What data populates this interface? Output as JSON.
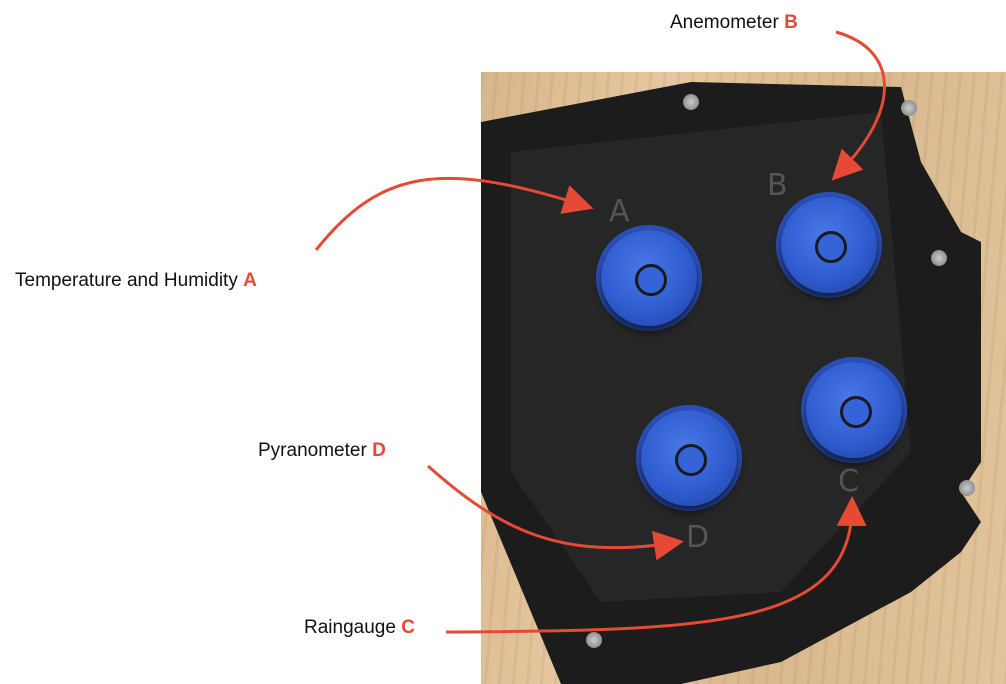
{
  "labels": {
    "anemometer": {
      "text": "Anemometer",
      "letter": "B"
    },
    "temperature": {
      "text": "Temperature and Humidity",
      "letter": "A"
    },
    "pyranometer": {
      "text": "Pyranometer",
      "letter": "D"
    },
    "raingauge": {
      "text": "Raingauge",
      "letter": "C"
    }
  },
  "plate_letters": [
    "A",
    "B",
    "C",
    "D"
  ],
  "colors": {
    "accent": "#e64a35",
    "connector": "#2f5cd0",
    "plate": "#1c1c1c"
  }
}
